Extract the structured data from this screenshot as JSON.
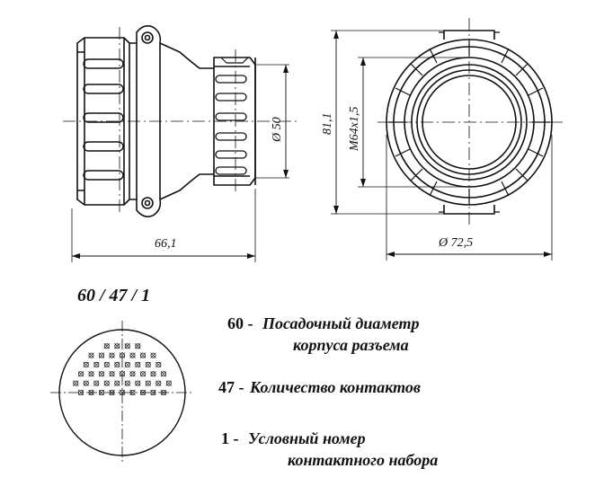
{
  "dimensions": {
    "side_body_diameter": "Ø 50",
    "overall_length": "66,1",
    "overall_height": "81,1",
    "thread": "M64x1,5",
    "flange_diameter": "Ø 72,5"
  },
  "designation": {
    "code": "60 / 47 / 1"
  },
  "legend": [
    {
      "number": "60 -",
      "text": "Посадочный диаметр",
      "text2": "корпуса разъема"
    },
    {
      "number": "47 -",
      "text": "Количество контактов"
    },
    {
      "number": "1 -",
      "text": "Условный номер",
      "text2": "контактного набора"
    }
  ],
  "contact_pattern": {
    "contact_count": 47
  }
}
